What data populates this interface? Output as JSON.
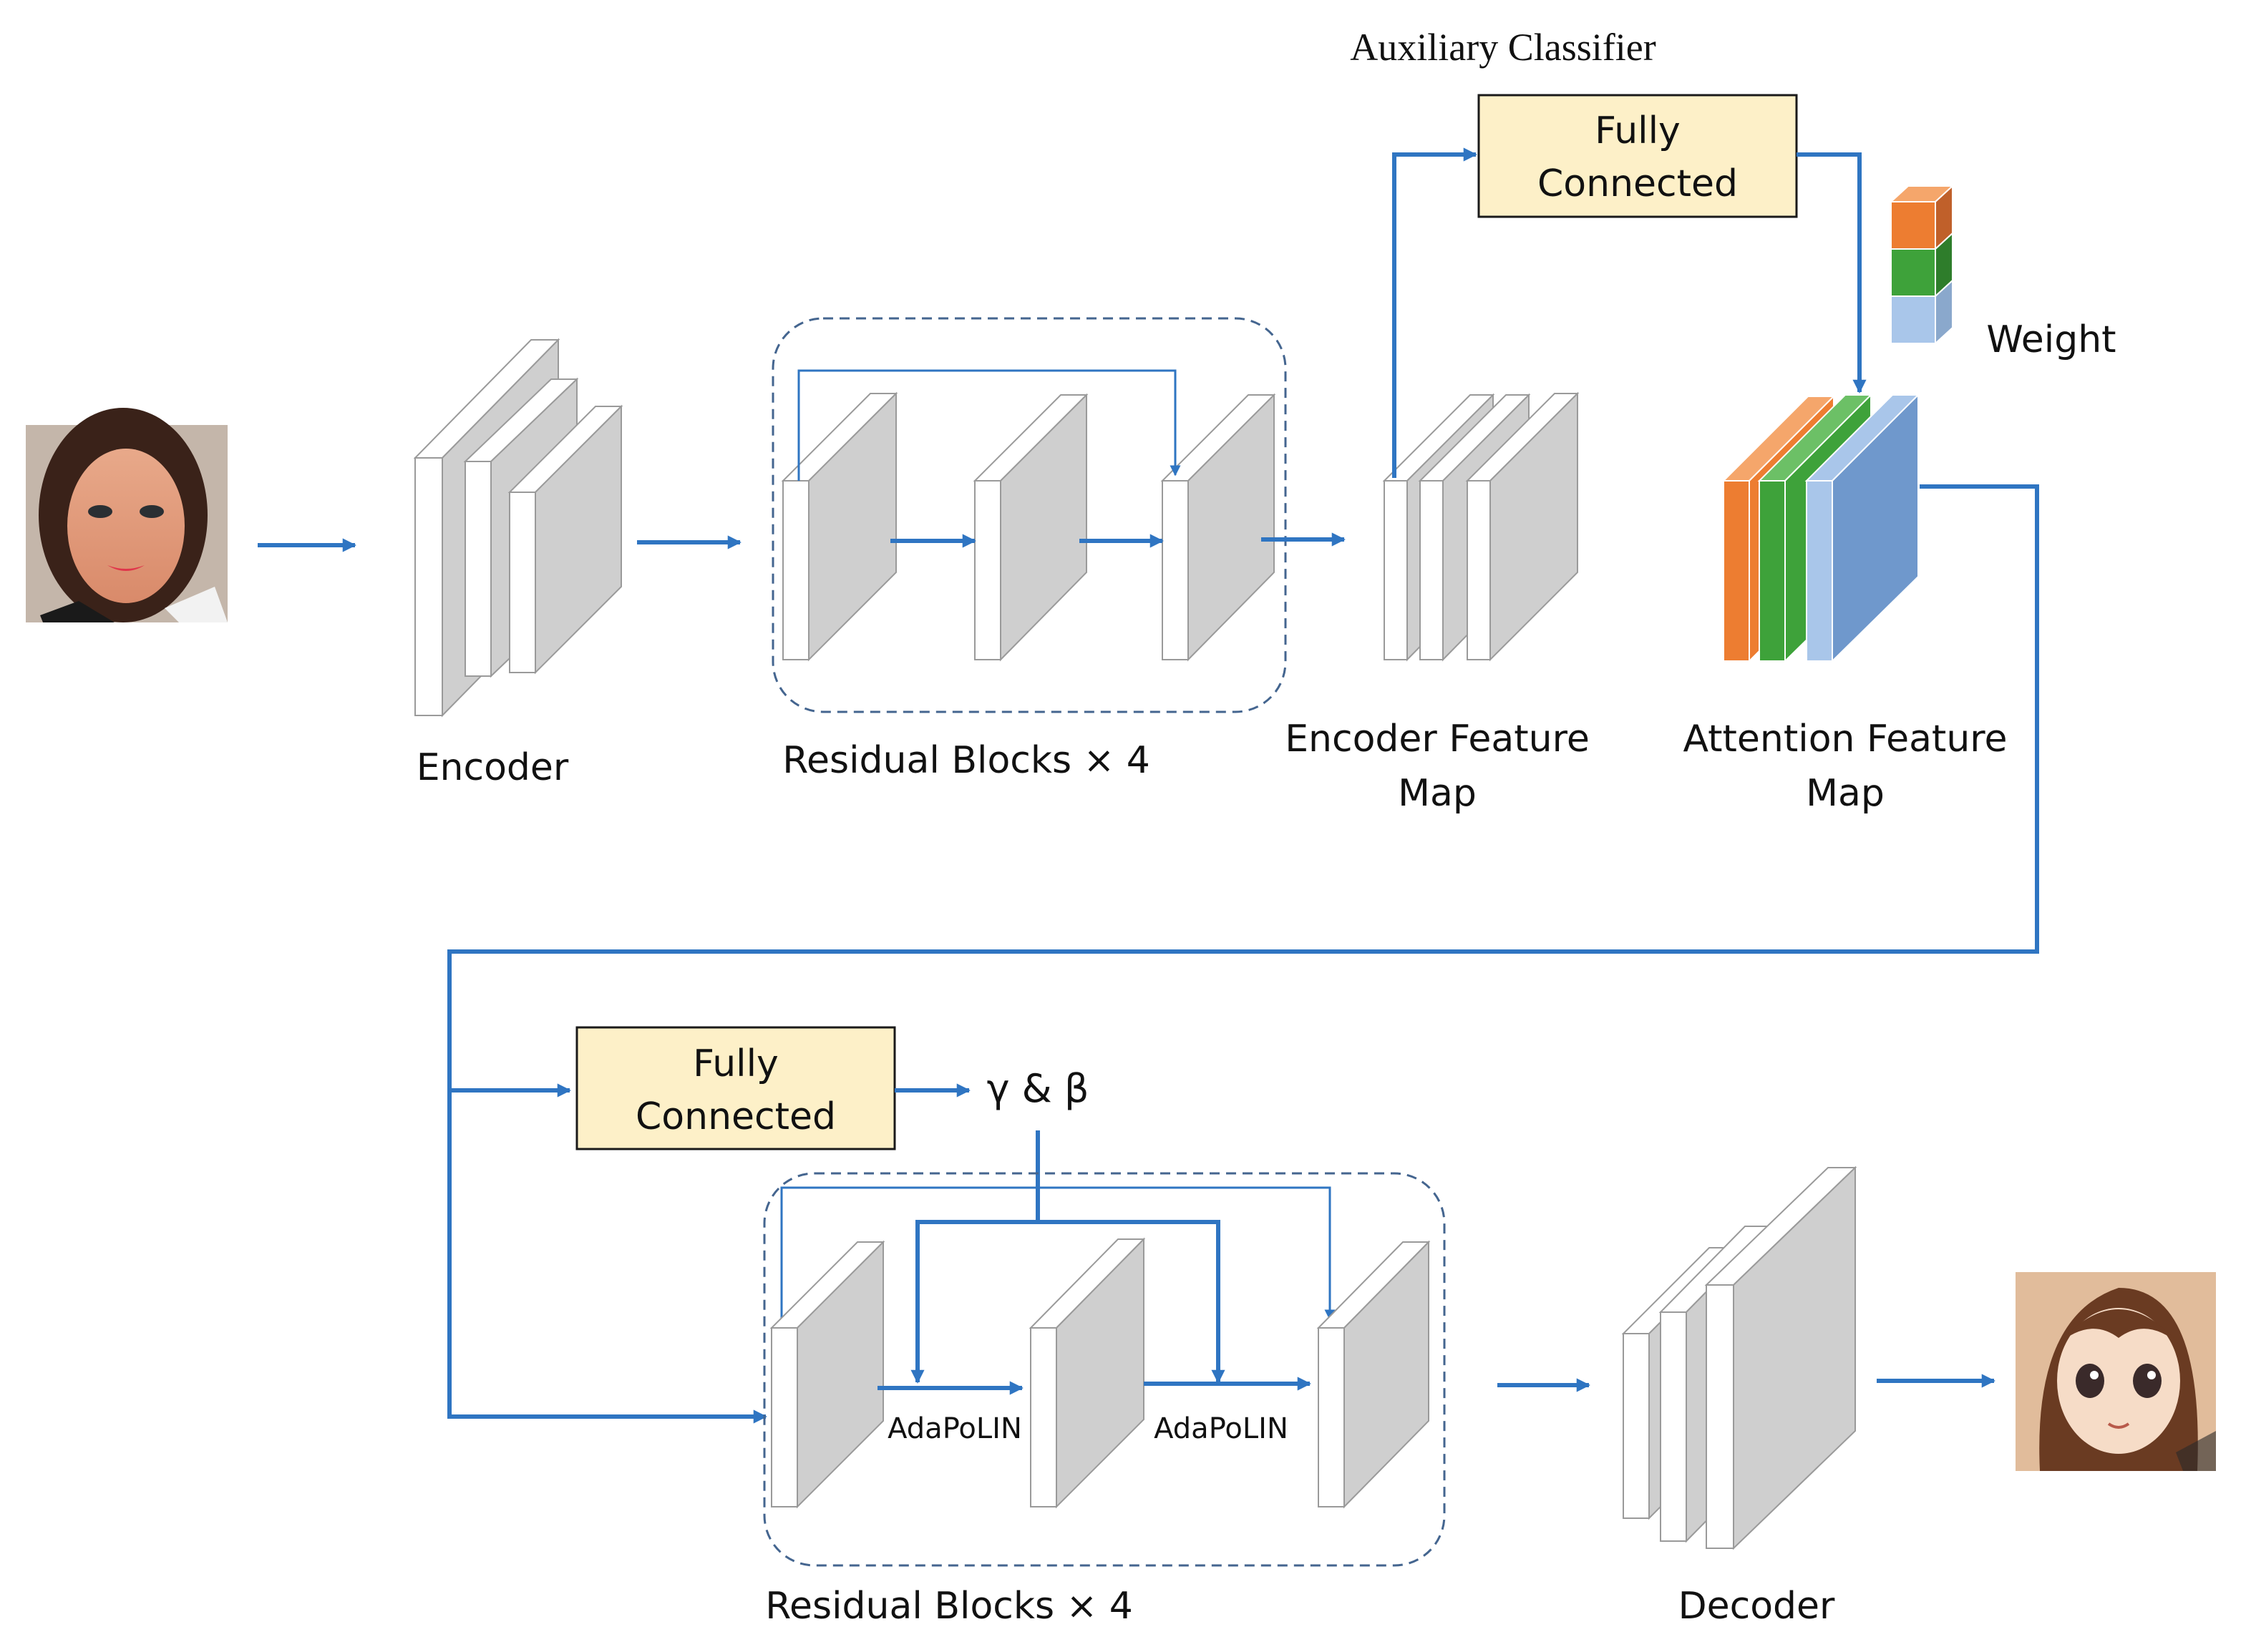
{
  "labels": {
    "auxiliary_classifier": "Auxiliary Classifier",
    "fc_top_line1": "Fully",
    "fc_top_line2": "Connected",
    "weight": "Weight",
    "encoder": "Encoder",
    "residual_top": "Residual Blocks × 4",
    "encoder_fmap_line1": "Encoder Feature",
    "encoder_fmap_line2": "Map",
    "attention_fmap_line1": "Attention Feature",
    "attention_fmap_line2": "Map",
    "fc_bottom_line1": "Fully",
    "fc_bottom_line2": "Connected",
    "gamma_beta": "γ & β",
    "adapolin_1": "AdaPoLIN",
    "adapolin_2": "AdaPoLIN",
    "residual_bottom": "Residual Blocks × 4",
    "decoder": "Decoder"
  },
  "colors": {
    "arrow": "#2f75c2",
    "fc_fill": "#fdf0c8",
    "block_front": "#ffffff",
    "block_side": "#cfcfcf",
    "attention_orange": "#ed7d31",
    "attention_green": "#3ea23a",
    "attention_blue": "#6f98cc",
    "weight_light": "#a9c6ea"
  }
}
